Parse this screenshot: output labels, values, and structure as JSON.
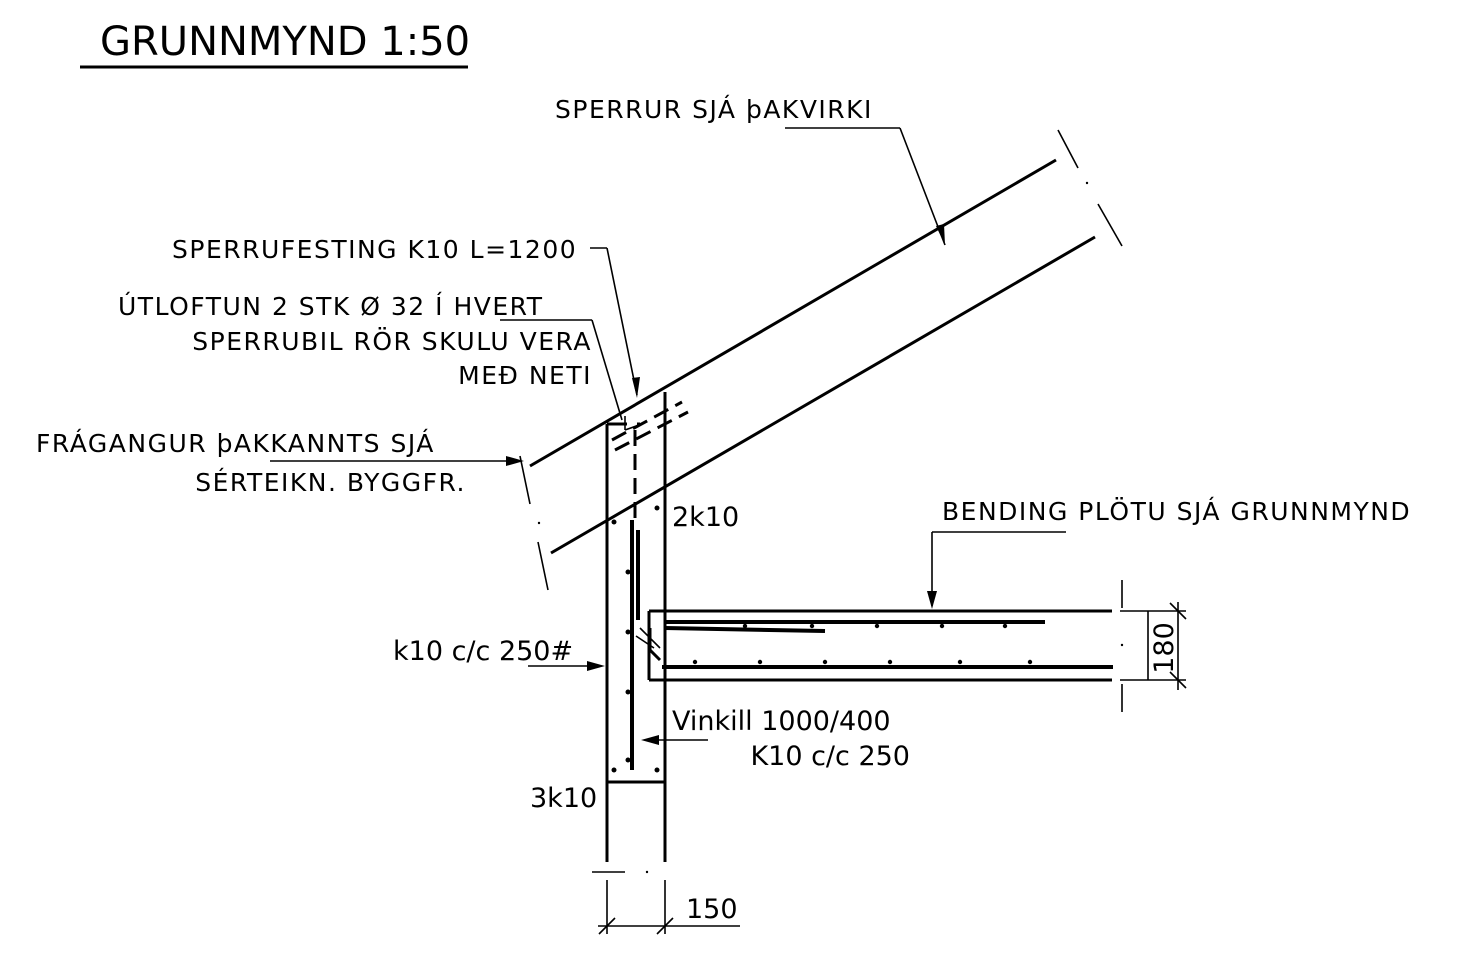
{
  "title": "GRUNNMYND 1:50",
  "labels": {
    "rafters": "SPERRUR SJÁ þAKVIRKI",
    "rafter_fixing": "SPERRUFESTING K10 L=1200",
    "ventilation_line1": "ÚTLOFTUN 2 STK Ø 32 Í HVERT",
    "ventilation_line2": "SPERRUBIL RÖR SKULU VERA",
    "ventilation_line3": "MEÐ NETI",
    "eaves_line1": "FRÁGANGUR þAKKANNTS SJÁ",
    "eaves_line2": "SÉRTEIKN. BYGGFR.",
    "top_bars": "2k10",
    "slab_reinforcement": "BENDING PLÖTU SJÁ GRUNNMYND",
    "wall_stirrups": "k10 c/c 250#",
    "angle_bar_line1": "Vinkill 1000/400",
    "angle_bar_line2": "K10 c/c 250",
    "bottom_bars": "3k10"
  },
  "dimensions": {
    "slab_thickness": "180",
    "wall_thickness": "150"
  }
}
